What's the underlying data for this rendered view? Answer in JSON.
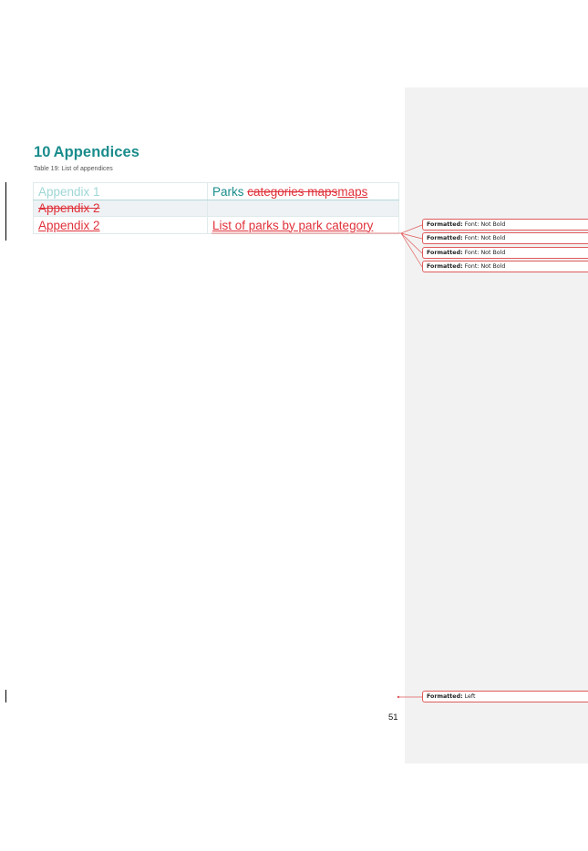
{
  "heading": {
    "number": "10",
    "title": "Appendices"
  },
  "caption": "Table 19: List of appendices",
  "table": {
    "row1": {
      "col1": "Appendix 1",
      "col2_kept": "Parks ",
      "col2_deleted": "categories maps",
      "col2_inserted": "maps"
    },
    "row2": {
      "col1_deleted": "Appendix 2"
    },
    "row3": {
      "col1_inserted": "Appendix 2",
      "col2_inserted": "List of parks by park category"
    }
  },
  "comments": [
    {
      "label": "Formatted:",
      "text": " Font: Not Bold"
    },
    {
      "label": "Formatted:",
      "text": " Font: Not Bold"
    },
    {
      "label": "Formatted:",
      "text": " Font: Not Bold"
    },
    {
      "label": "Formatted:",
      "text": " Font: Not Bold"
    },
    {
      "label": "Formatted:",
      "text": " Left"
    }
  ],
  "page_number": "51",
  "colors": {
    "heading": "#1a8c8c",
    "revision": "#e0313a",
    "markup_pane": "#f2f2f2"
  }
}
